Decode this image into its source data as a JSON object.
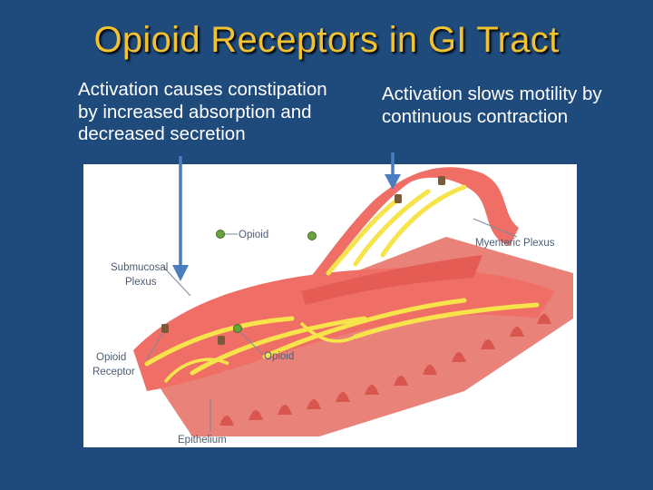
{
  "slide": {
    "title": "Opioid Receptors in GI Tract",
    "bullet_left": "Activation causes constipation by increased absorption and decreased secretion",
    "bullet_right": "Activation slows motility by continuous contraction"
  },
  "figure": {
    "labels": {
      "opioid_top": "Opioid",
      "myenteric": "Myenteric Plexus",
      "submucosal_line1": "Submucosal",
      "submucosal_line2": "Plexus",
      "receptor_line1": "Opioid",
      "receptor_line2": "Receptor",
      "opioid_bottom": "Opioid",
      "epithelium": "Epithelium"
    }
  },
  "colors": {
    "background": "#1f4a7c",
    "title": "#f2c230",
    "text": "#ffffff",
    "arrow": "#4a7cc0",
    "tissue": "#ec6a62",
    "nerve": "#f5e64a",
    "opioid_ball": "#6aa33e"
  }
}
